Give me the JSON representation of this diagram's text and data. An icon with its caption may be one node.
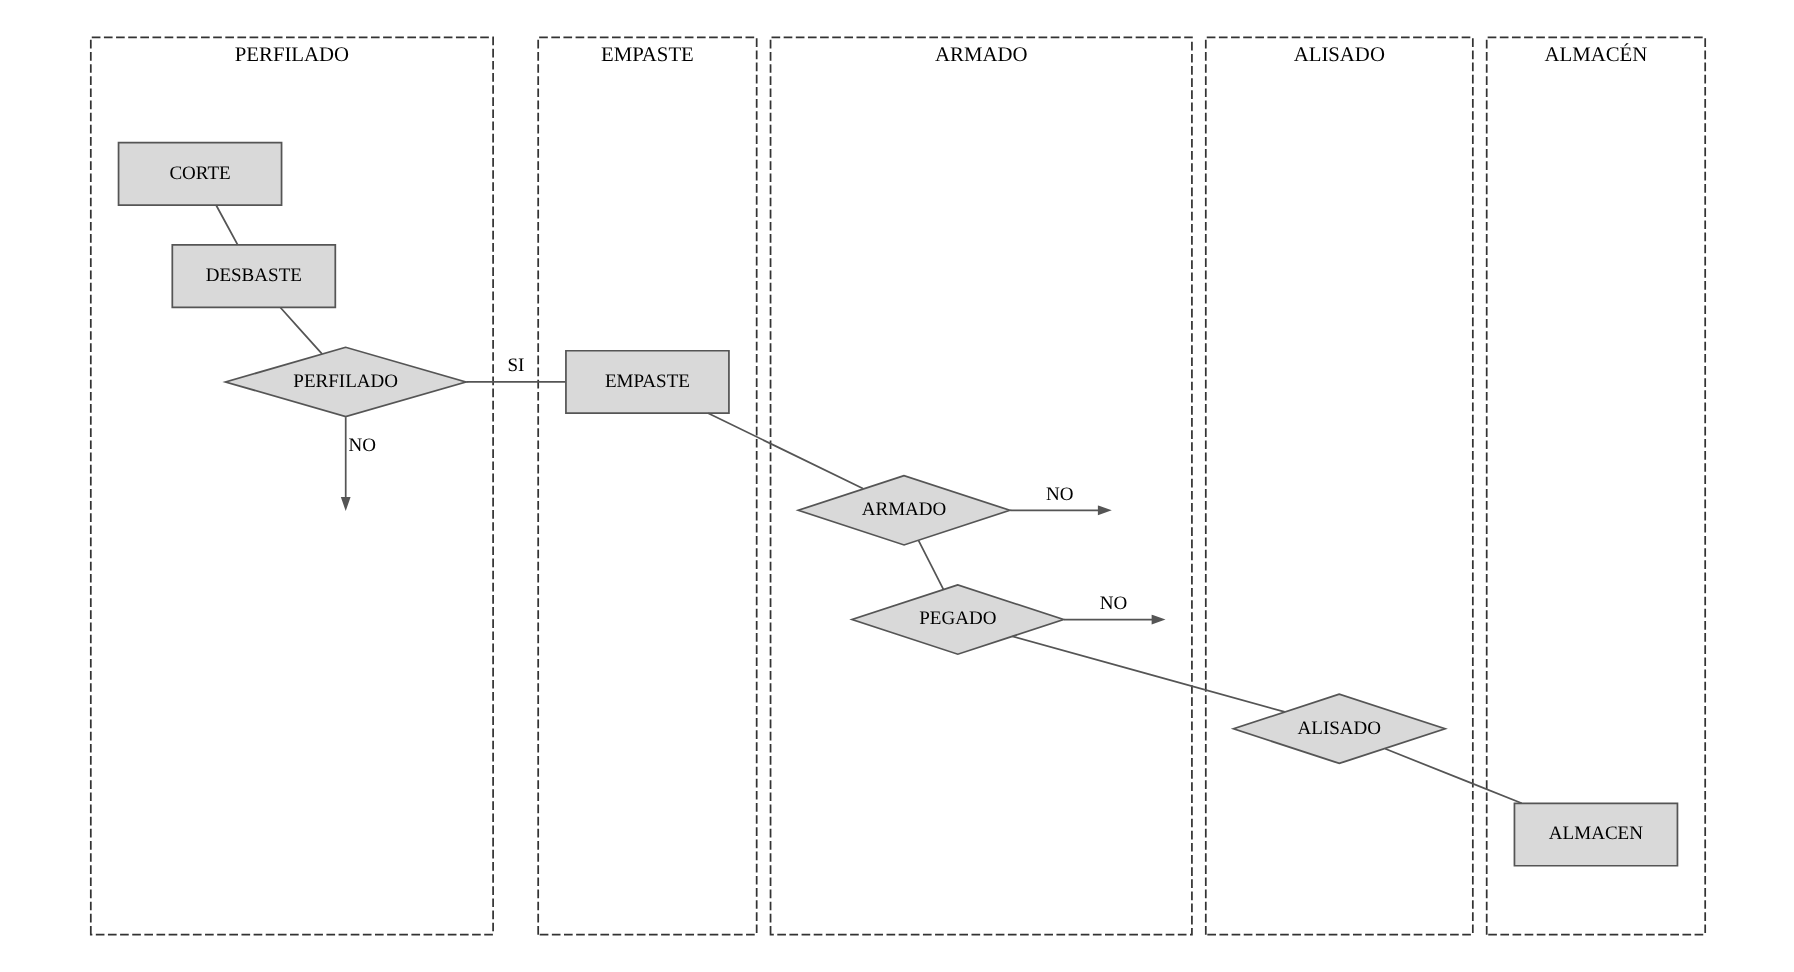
{
  "diagram": {
    "nodes": [
      {
        "text": [
          "PERFILADO"
        ]
      },
      {
        "text": [
          "CORTE"
        ],
        "in": 0
      },
      {
        "text": [
          "DESBASTE"
        ],
        "in": 0
      },
      {
        "text": [
          "PERFILADO"
        ],
        "in": 0
      },
      {
        "text": [
          "EMPASTE"
        ]
      },
      {
        "text": [
          "EMPASTE"
        ],
        "in": 4
      },
      {
        "text": [
          "ARMADO"
        ]
      },
      {
        "text": [
          "ARMADO"
        ],
        "in": 6
      },
      {
        "text": [
          "PEGADO"
        ],
        "in": 6
      },
      {
        "text": [
          "ALISADO"
        ]
      },
      {
        "text": [
          "ALISADO"
        ],
        "in": 9
      },
      {
        "text": [
          "ALMACÉN"
        ]
      },
      {
        "text": [
          "ALMACEN"
        ],
        "in": 11
      }
    ],
    "edges": [
      {
        "from": 1,
        "to": 2,
        "arrow": "none"
      },
      {
        "from": 2,
        "to": 3,
        "arrow": "none"
      },
      {
        "from": 3,
        "to": 5,
        "label": "SI",
        "arrow": "none"
      },
      {
        "from": 3,
        "to": null,
        "label": "NO",
        "arrow": "to"
      },
      {
        "from": 5,
        "to": 7,
        "arrow": "none"
      },
      {
        "from": 7,
        "to": null,
        "label": "NO",
        "arrow": "to"
      },
      {
        "from": 7,
        "to": 8,
        "arrow": "none"
      },
      {
        "from": 8,
        "to": null,
        "label": "NO",
        "arrow": "to"
      },
      {
        "from": 8,
        "to": 10,
        "arrow": "none"
      },
      {
        "from": 10,
        "to": 12,
        "arrow": "none"
      }
    ]
  }
}
